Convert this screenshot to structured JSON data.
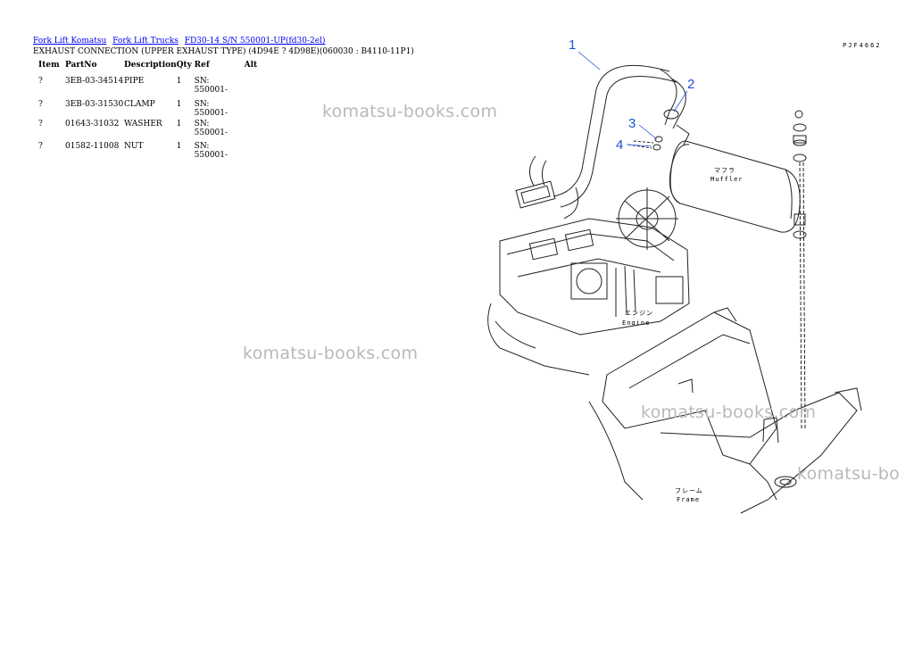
{
  "breadcrumb": {
    "links": [
      "Fork Lift Komatsu",
      "Fork Lift Trucks",
      "FD30-14 S/N 550001-UP(fd30-2el)"
    ]
  },
  "page_title": "EXHAUST CONNECTION (UPPER EXHAUST TYPE) (4D94E ? 4D98E)(060030 : B4110-11P1)",
  "table": {
    "headers": [
      "Item",
      "PartNo",
      "Description",
      "Qty",
      "Ref",
      "Alt"
    ],
    "rows": [
      {
        "item": "?",
        "partno": "3EB-03-34514",
        "description": "PIPE",
        "qty": "1",
        "ref": "SN: 550001-",
        "alt": ""
      },
      {
        "item": "?",
        "partno": "3EB-03-31530",
        "description": "CLAMP",
        "qty": "1",
        "ref": "SN: 550001-",
        "alt": ""
      },
      {
        "item": "?",
        "partno": "01643-31032",
        "description": "WASHER",
        "qty": "1",
        "ref": "SN: 550001-",
        "alt": ""
      },
      {
        "item": "?",
        "partno": "01582-11008",
        "description": "NUT",
        "qty": "1",
        "ref": "SN: 550001-",
        "alt": ""
      }
    ]
  },
  "watermark": "komatsu-books.com",
  "watermark_partial": "komatsu-bo",
  "diagram": {
    "code": "PJF4662",
    "callouts": [
      "1",
      "2",
      "3",
      "4"
    ],
    "labels": {
      "muffler_jp": "マフラ",
      "muffler_en": "Muffler",
      "engine_jp": "エンジン",
      "engine_en": "Engine",
      "frame_jp": "フレーム",
      "frame_en": "Frame"
    },
    "callout_color": "#1d4fd8"
  }
}
